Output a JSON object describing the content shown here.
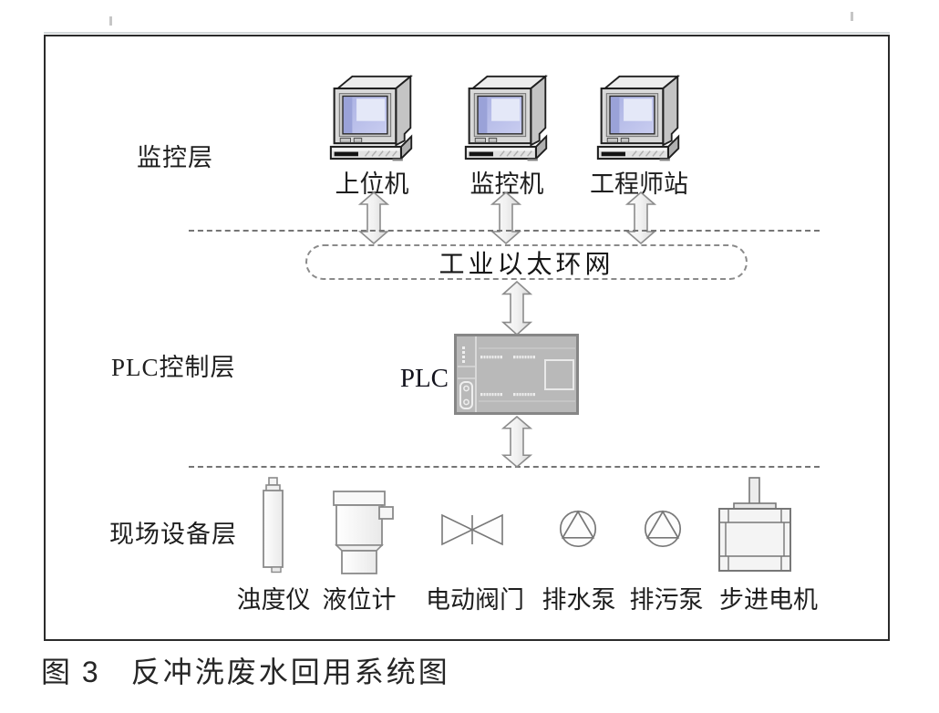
{
  "figure": {
    "caption_prefix": "图 3",
    "caption_title": "反冲洗废水回用系统图"
  },
  "layers": {
    "monitoring": {
      "label": "监控层"
    },
    "control": {
      "label": "PLC控制层"
    },
    "field": {
      "label": "现场设备层"
    }
  },
  "monitoring_stations": [
    {
      "label": "上位机",
      "icon": "desktop-computer-icon"
    },
    {
      "label": "监控机",
      "icon": "desktop-computer-icon"
    },
    {
      "label": "工程师站",
      "icon": "desktop-computer-icon"
    }
  ],
  "network": {
    "label": "工业以太环网",
    "shape": "dashed-capsule"
  },
  "plc": {
    "label": "PLC",
    "icon": "plc-module-icon"
  },
  "field_devices": [
    {
      "label": "浊度仪",
      "icon": "turbidity-meter-icon"
    },
    {
      "label": "液位计",
      "icon": "level-meter-icon"
    },
    {
      "label": "电动阀门",
      "icon": "electric-valve-icon"
    },
    {
      "label": "排水泵",
      "icon": "pump-icon"
    },
    {
      "label": "排污泵",
      "icon": "pump-icon"
    },
    {
      "label": "步进电机",
      "icon": "stepper-motor-icon"
    }
  ],
  "connections": {
    "arrow_icon": "vertical-double-arrow-icon",
    "divider_icon": "dashed-layer-divider"
  },
  "colors": {
    "text": "#1c1c1c",
    "frame_border": "#2b2b2b",
    "dashed_line": "#757575",
    "screen_blue": "#b9bfe9",
    "screen_blue_dark": "#9aa2d8",
    "plc_body": "#b9b9b9",
    "plc_border": "#868686",
    "arrow_fill": "#ececec",
    "device_stroke": "#7a7a7a"
  }
}
